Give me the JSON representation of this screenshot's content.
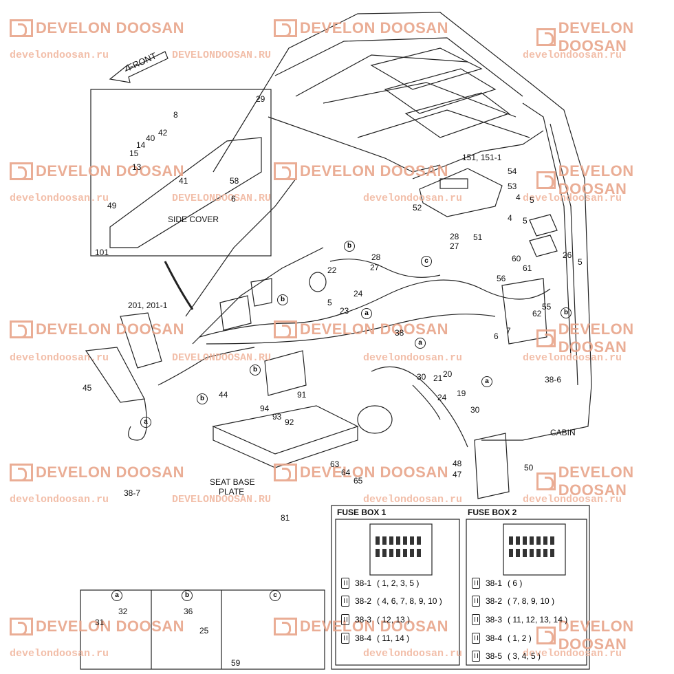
{
  "watermark": {
    "logo_text": "DEVELON DOOSAN",
    "url_lower": "develondoosan.ru",
    "url_upper": "DEVELONDOOSAN.RU",
    "color": "#e8a58a"
  },
  "diagram": {
    "front_label": "FRONT",
    "side_cover_label": "SIDE COVER",
    "cabin_label": "CABIN",
    "seat_base_label_1": "SEAT BASE",
    "seat_base_label_2": "PLATE",
    "callouts": {
      "c8": "8",
      "c29": "29",
      "c42": "42",
      "c40": "40",
      "c14": "14",
      "c15": "15",
      "c13": "13",
      "c41": "41",
      "c58": "58",
      "c6a": "6",
      "c49": "49",
      "c101": "101",
      "c151": "151, 151-1",
      "c54": "54",
      "c53": "53",
      "c52": "52",
      "c4a": "4",
      "c5a": "5",
      "c4b": "4",
      "c5b": "5",
      "c28a": "28",
      "c27a": "27",
      "c28b": "28",
      "c27b": "27",
      "c51": "51",
      "c26": "26",
      "c5c": "5",
      "c60": "60",
      "c61": "61",
      "c56": "56",
      "c55": "55",
      "c62": "62",
      "c22": "22",
      "c24a": "24",
      "c5d": "5",
      "c23": "23",
      "c38": "38",
      "c6b": "6",
      "c7": "7",
      "c201": "201, 201-1",
      "c45": "45",
      "c44": "44",
      "c91": "91",
      "c94": "94",
      "c93": "93",
      "c92": "92",
      "c21": "21",
      "c20": "20",
      "c30a": "30",
      "c19": "19",
      "c24b": "24",
      "c30b": "30",
      "c38_6": "38-6",
      "c38_7": "38-7",
      "c48": "48",
      "c47": "47",
      "c50": "50",
      "c63": "63",
      "c64": "64",
      "c65": "65",
      "c81": "81"
    },
    "circle_refs": {
      "a": "a",
      "b": "b",
      "c": "c"
    }
  },
  "detail_boxes": {
    "a": {
      "label": "a",
      "parts": [
        "31",
        "32"
      ]
    },
    "b": {
      "label": "b",
      "parts": [
        "36",
        "25"
      ]
    },
    "c": {
      "label": "c",
      "parts": [
        "59"
      ]
    }
  },
  "fuse_box_1": {
    "title": "FUSE BOX 1",
    "rows": [
      {
        "id": "38-1",
        "values": "( 1, 2, 3, 5 )"
      },
      {
        "id": "38-2",
        "values": "( 4, 6, 7, 8, 9, 10 )"
      },
      {
        "id": "38-3",
        "values": "( 12, 13 )"
      },
      {
        "id": "38-4",
        "values": "( 11, 14 )"
      }
    ]
  },
  "fuse_box_2": {
    "title": "FUSE BOX 2",
    "rows": [
      {
        "id": "38-1",
        "values": "( 6 )"
      },
      {
        "id": "38-2",
        "values": "( 7, 8, 9, 10 )"
      },
      {
        "id": "38-3",
        "values": "( 11, 12, 13, 14 )"
      },
      {
        "id": "38-4",
        "values": "( 1, 2 )"
      },
      {
        "id": "38-5",
        "values": "( 3, 4, 5 )"
      }
    ]
  }
}
